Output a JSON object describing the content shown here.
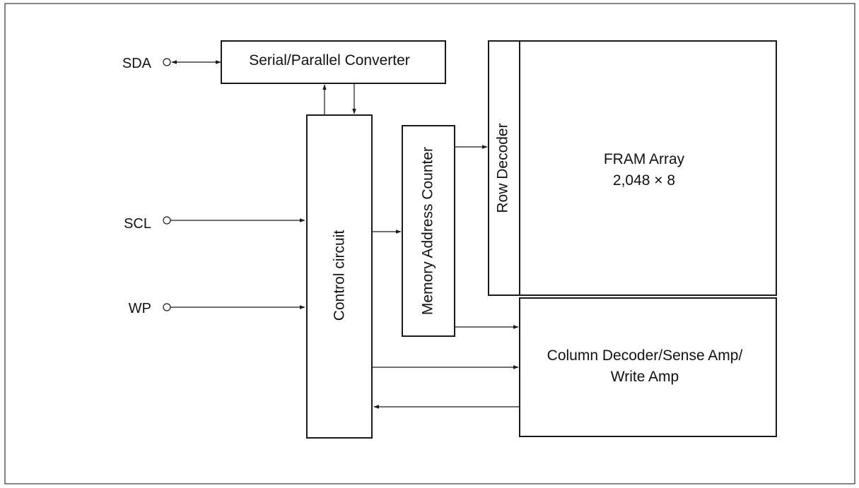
{
  "pins": {
    "sda": "SDA",
    "scl": "SCL",
    "wp": "WP"
  },
  "blocks": {
    "serial_parallel": "Serial/Parallel Converter",
    "control": "Control circuit",
    "address_counter": "Memory Address Counter",
    "row_decoder": "Row Decoder",
    "fram_title": "FRAM Array",
    "fram_size": "2,048 × 8",
    "column_line1": "Column Decoder/Sense Amp/",
    "column_line2": "Write Amp"
  },
  "colors": {
    "line": "#1a1a1a",
    "background": "#ffffff"
  }
}
